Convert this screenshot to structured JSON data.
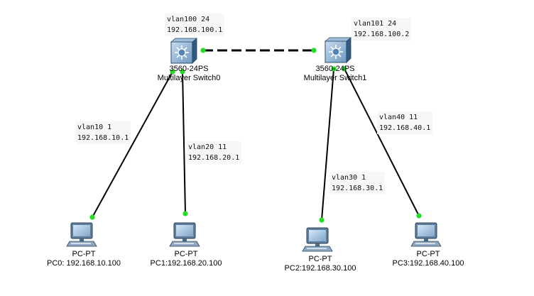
{
  "colors": {
    "link": "#000000",
    "link_up": "#22dd22",
    "device": "#4a7aa5",
    "annotation_bg": "#f7f7f7"
  },
  "switches": [
    {
      "model": "3560-24PS",
      "name": "Multilayer Switch0",
      "note": [
        "vlan100 24",
        "192.168.100.1"
      ],
      "icon": "multilayer-switch-icon"
    },
    {
      "model": "3560-24PS",
      "name": "Multilayer Switch1",
      "note": [
        "vlan101 24",
        "192.168.100.2"
      ],
      "icon": "multilayer-switch-icon"
    }
  ],
  "pcs": [
    {
      "type": "PC-PT",
      "label": "PC0:  192.168.10.100",
      "note": [
        "vlan10 1",
        "192.168.10.1"
      ],
      "icon": "pc-icon"
    },
    {
      "type": "PC-PT",
      "label": "PC1:192.168.20.100",
      "note": [
        "vlan20 11",
        "192.168.20.1"
      ],
      "icon": "pc-icon"
    },
    {
      "type": "PC-PT",
      "label": "PC2:192.168.30.100",
      "note": [
        "vlan30 1",
        "192.168.30.1"
      ],
      "icon": "pc-icon"
    },
    {
      "type": "PC-PT",
      "label": "PC3:192.168.40.100",
      "note": [
        "vlan40 11",
        "192.168.40.1"
      ],
      "icon": "pc-icon"
    }
  ]
}
